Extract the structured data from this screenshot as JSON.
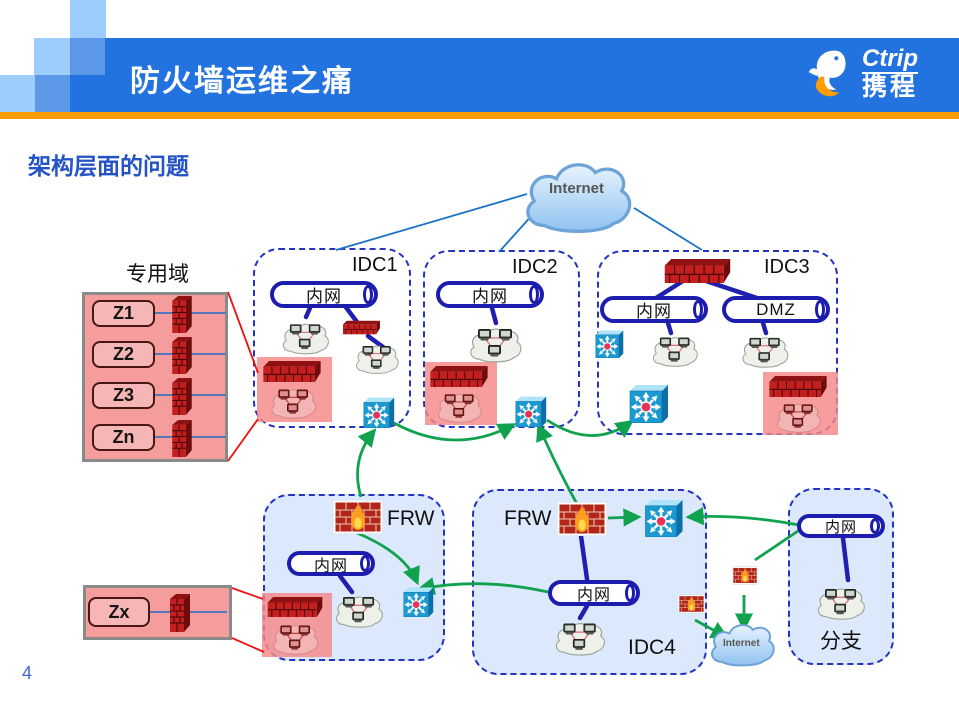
{
  "header": {
    "title": "防火墙运维之痛",
    "logo_brand": "Ctrip",
    "logo_brand_cn": "携程"
  },
  "section_title": "架构层面的问题",
  "page_number": "4",
  "labels": {
    "internet_top": "Internet",
    "internet_bottom": "Internet",
    "intranet": "内网",
    "dmz": "DMZ",
    "idc1": "IDC1",
    "idc2": "IDC2",
    "idc3": "IDC3",
    "idc4": "IDC4",
    "frw_left": "FRW",
    "frw_idc4": "FRW",
    "branch": "分支",
    "dedicated_domain": "专用域",
    "zone_x": "Zx"
  },
  "zones": [
    "Z1",
    "Z2",
    "Z3",
    "Zn"
  ],
  "colors": {
    "header_blue": "#2273df",
    "accent_orange": "#ff9c00",
    "section_title_blue": "#2353c4",
    "dashed_border_blue": "#2433c0",
    "box_fill_blue": "#dce8fb",
    "pink_zone": "#f59c9c",
    "green_link": "#10a24e",
    "red_callout": "#ee1111",
    "navy_connector": "#2020b0"
  }
}
